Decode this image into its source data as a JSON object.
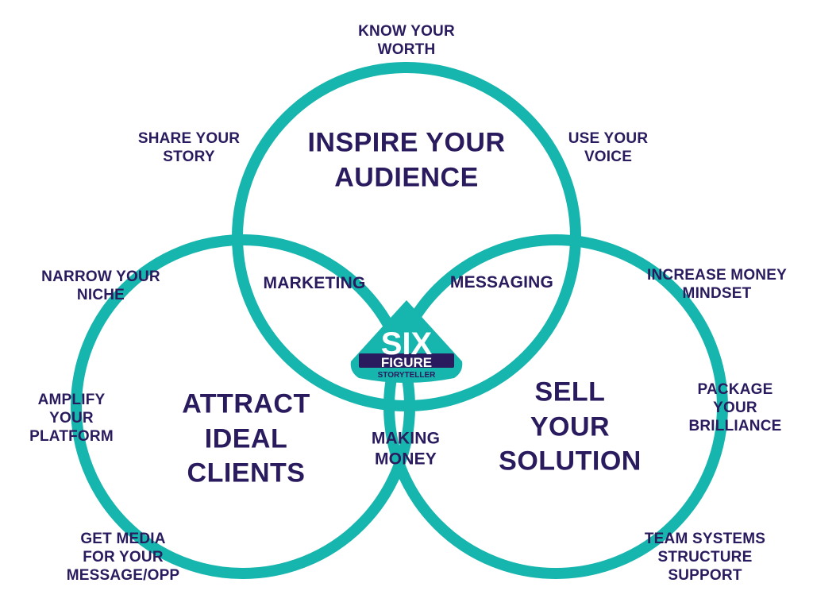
{
  "colors": {
    "circle_stroke": "#16b5ad",
    "text": "#2a1a5e",
    "logo_fill": "#16b5ad",
    "logo_band": "#2a1a5e",
    "logo_text": "#ffffff"
  },
  "circles": {
    "top": {
      "title": [
        "INSPIRE YOUR",
        "AUDIENCE"
      ]
    },
    "left": {
      "title": [
        "ATTRACT",
        "IDEAL",
        "CLIENTS"
      ]
    },
    "right": {
      "title": [
        "SELL",
        "YOUR",
        "SOLUTION"
      ]
    }
  },
  "overlaps": {
    "top_left": [
      "MARKETING"
    ],
    "top_right": [
      "MESSAGING"
    ],
    "bottom": [
      "MAKING",
      "MONEY"
    ]
  },
  "center_logo": {
    "line1": "SIX",
    "line2": "FIGURE",
    "line3": "STORYTELLER"
  },
  "outer_labels": {
    "know_your_worth": [
      "KNOW YOUR",
      "WORTH"
    ],
    "share_your_story": [
      "SHARE YOUR",
      "STORY"
    ],
    "use_your_voice": [
      "USE YOUR",
      "VOICE"
    ],
    "narrow_your_niche": [
      "NARROW YOUR",
      "NICHE"
    ],
    "increase_money_mindset": [
      "INCREASE MONEY",
      "MINDSET"
    ],
    "amplify_your_platform": [
      "AMPLIFY",
      "YOUR",
      "PLATFORM"
    ],
    "package_your_brilliance": [
      "PACKAGE",
      "YOUR",
      "BRILLIANCE"
    ],
    "get_media": [
      "GET MEDIA",
      "FOR YOUR",
      "MESSAGE/OPP"
    ],
    "team_systems": [
      "TEAM SYSTEMS",
      "STRUCTURE",
      "SUPPORT"
    ]
  }
}
